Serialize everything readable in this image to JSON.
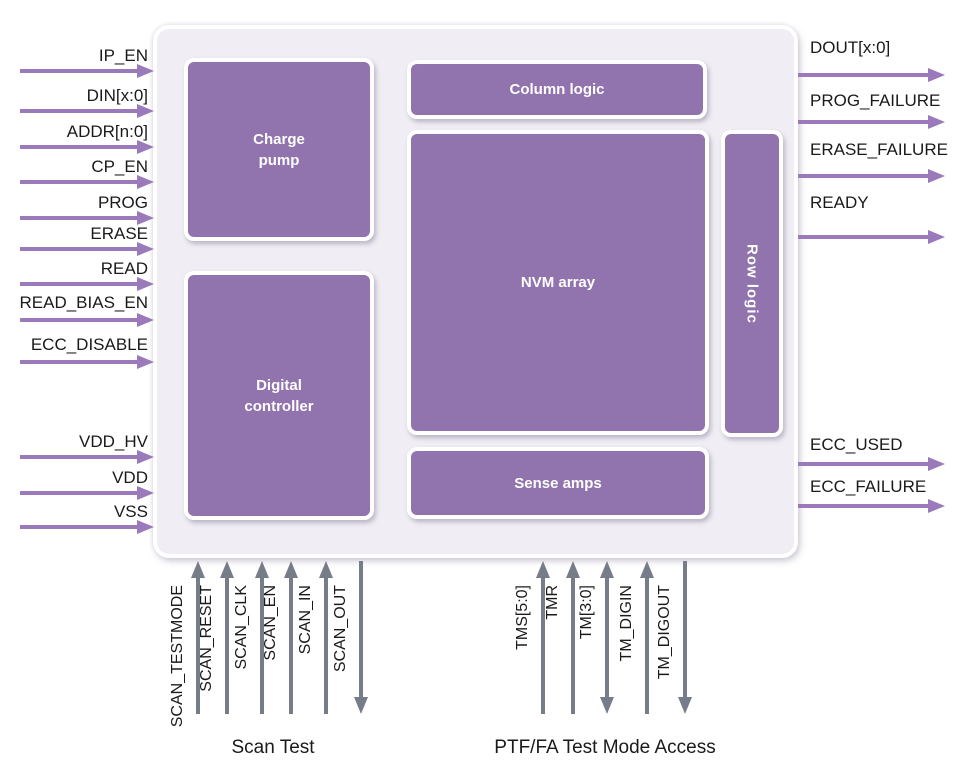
{
  "colors": {
    "block_fill": "#9173AE",
    "container_fill": "#F0EEF4",
    "arrow_purple": "#9A7ABA",
    "arrow_gray": "#777C89",
    "signal_text": "#1A1A1A",
    "block_text": "#FFFFFF"
  },
  "blocks": {
    "charge_pump": "Charge pump",
    "digital_controller": "Digital controller",
    "column_logic": "Column logic",
    "nvm_array": "NVM array",
    "row_logic": "Row logic",
    "sense_amps": "Sense amps"
  },
  "left_signals": [
    {
      "label": "IP_EN",
      "direction": "in"
    },
    {
      "label": "DIN[x:0]",
      "direction": "in"
    },
    {
      "label": "ADDR[n:0]",
      "direction": "in"
    },
    {
      "label": "CP_EN",
      "direction": "in"
    },
    {
      "label": "PROG",
      "direction": "in"
    },
    {
      "label": "ERASE",
      "direction": "in"
    },
    {
      "label": "READ",
      "direction": "in"
    },
    {
      "label": "READ_BIAS_EN",
      "direction": "in"
    },
    {
      "label": "ECC_DISABLE",
      "direction": "in"
    },
    {
      "label": "VDD_HV",
      "direction": "in"
    },
    {
      "label": "VDD",
      "direction": "in"
    },
    {
      "label": "VSS",
      "direction": "in"
    }
  ],
  "right_signals": [
    {
      "label": "DOUT[x:0]",
      "direction": "out"
    },
    {
      "label": "PROG_FAILURE",
      "direction": "out"
    },
    {
      "label": "ERASE_FAILURE",
      "direction": "out"
    },
    {
      "label": "READY",
      "direction": "out"
    },
    {
      "label": "ECC_USED",
      "direction": "out"
    },
    {
      "label": "ECC_FAILURE",
      "direction": "out"
    }
  ],
  "bottom_signals": {
    "scan": [
      {
        "label": "SCAN_TESTMODE",
        "direction": "in"
      },
      {
        "label": "SCAN_RESET",
        "direction": "in"
      },
      {
        "label": "SCAN_CLK",
        "direction": "in"
      },
      {
        "label": "SCAN_EN",
        "direction": "in"
      },
      {
        "label": "SCAN_IN",
        "direction": "in"
      },
      {
        "label": "SCAN_OUT",
        "direction": "out"
      }
    ],
    "test_mode": [
      {
        "label": "TMS[5:0]",
        "direction": "in"
      },
      {
        "label": "TMR",
        "direction": "in"
      },
      {
        "label": "TM[3:0]",
        "direction": "bidirectional"
      },
      {
        "label": "TM_DIGIN",
        "direction": "in"
      },
      {
        "label": "TM_DIGOUT",
        "direction": "out"
      }
    ],
    "scan_caption": "Scan Test",
    "test_mode_caption": "PTF/FA Test Mode Access"
  }
}
